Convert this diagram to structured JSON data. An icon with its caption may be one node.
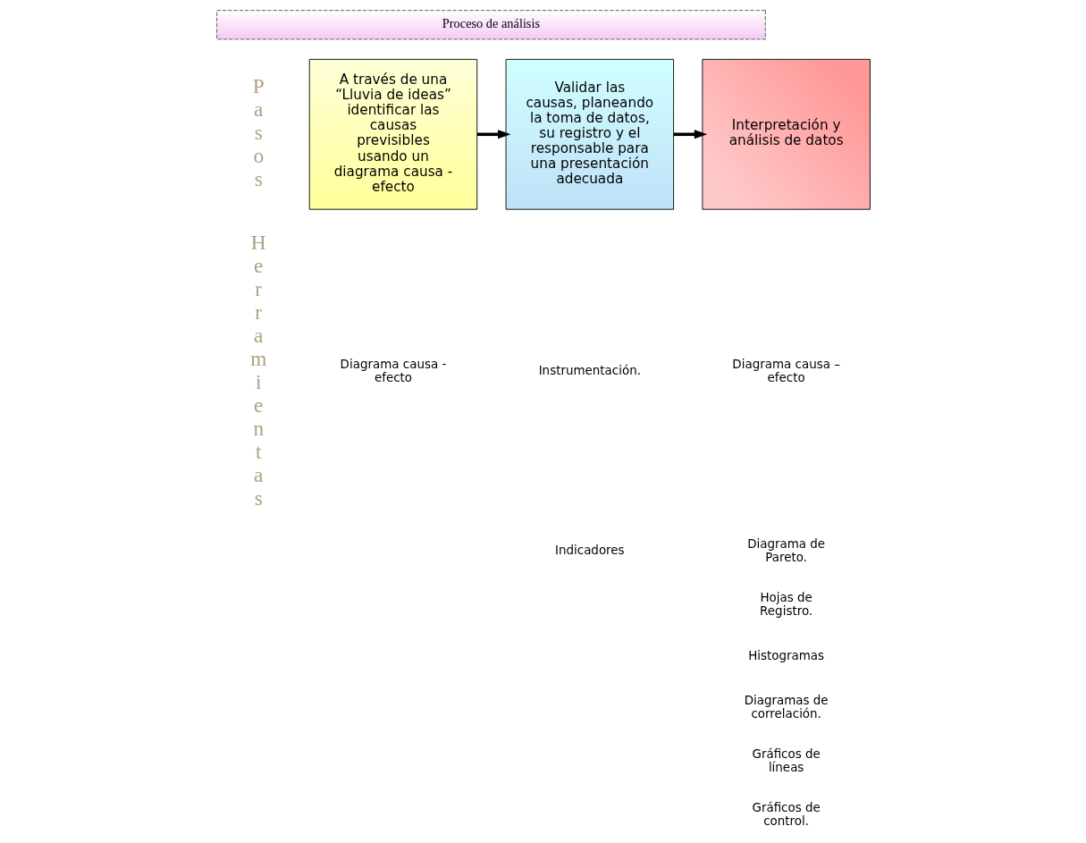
{
  "diagram": {
    "nodes": [
      {
        "text": [
          "Proceso de análisis"
        ]
      },
      {
        "text": [
          "A través de una “Lluvia de ideas” identificar las causas previsibles usando un diagrama causa - efecto"
        ]
      },
      {
        "text": [
          "Validar las causas, planeando la toma de datos, su registro y el responsable para una presentación adecuada"
        ]
      },
      {
        "text": [
          "Interpretación y análisis de datos"
        ]
      }
    ],
    "edges": [
      {
        "from": 1,
        "to": 2,
        "arrow": "to"
      },
      {
        "from": 2,
        "to": 3,
        "arrow": "to"
      }
    ],
    "labels": [
      "Pasos",
      "Herramientas",
      "Diagrama causa - efecto",
      "Instrumentación.",
      "Indicadores",
      "Diagrama causa – efecto",
      "Diagrama de Pareto.",
      "Hojas de Registro.",
      "Histogramas",
      "Diagramas de correlación.",
      "Gráficos de líneas",
      "Gráficos de control."
    ]
  }
}
